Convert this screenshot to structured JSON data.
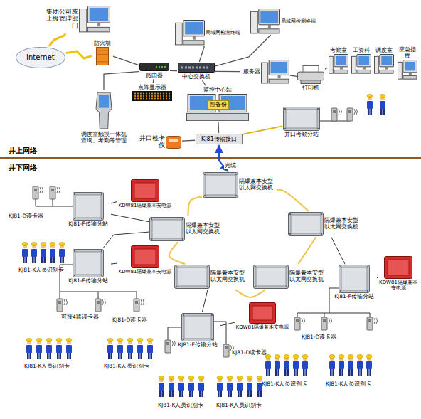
{
  "diagram": {
    "nodes": [
      {
        "text": [
          "集团公司或 上级管理部门"
        ]
      },
      {
        "text": [
          "Internet"
        ]
      },
      {
        "text": [
          "防火墙"
        ]
      },
      {
        "text": [
          "路由器"
        ]
      },
      {
        "text": [
          "中心交换机"
        ]
      },
      {
        "text": [
          "局域网检测终端"
        ]
      },
      {
        "text": [
          "局域网检测终端"
        ]
      },
      {
        "text": [
          "点阵显示器"
        ]
      },
      {
        "text": [
          "调度室触摸一体机 查询、考勤等管理"
        ]
      },
      {
        "text": [
          "服务器"
        ]
      },
      {
        "text": [
          "打印机"
        ]
      },
      {
        "text": [
          "考勤室"
        ]
      },
      {
        "text": [
          "工资科"
        ]
      },
      {
        "text": [
          "调度室"
        ]
      },
      {
        "text": [
          "应急指挥"
        ]
      },
      {
        "text": [
          "监控中心站"
        ]
      },
      {
        "text": [
          "KJ81传输接口"
        ]
      },
      {
        "text": [
          "井口检卡仪"
        ]
      },
      {
        "text": [
          "井口考勤分站"
        ]
      },
      {
        "text": [
          "隔爆兼本安型 以太网交换机"
        ]
      },
      {
        "text": [
          "隔爆兼本安型 以太网交换机"
        ]
      },
      {
        "text": [
          "隔爆兼本安型 以太网交换机"
        ]
      },
      {
        "text": [
          "隔爆兼本安型 以太网交换机"
        ]
      },
      {
        "text": [
          "隔爆兼本安型 以太网交换机"
        ]
      },
      {
        "text": [
          "KDW81隔爆兼本安电源"
        ]
      },
      {
        "text": [
          "KDW81隔爆兼本安电源"
        ]
      },
      {
        "text": [
          "KDW81隔爆兼本安电源"
        ]
      },
      {
        "text": [
          "KDW81隔爆兼本安电源"
        ]
      },
      {
        "text": [
          "KJ81-F传输分站"
        ]
      },
      {
        "text": [
          "KJ81-F传输分站"
        ]
      },
      {
        "text": [
          "KJ81-F传输分站"
        ]
      },
      {
        "text": [
          "KJ81-F传输分站"
        ]
      }
    ],
    "edges": [
      {
        "from": 0,
        "to": 1,
        "arrow": "none"
      },
      {
        "from": 1,
        "to": 2,
        "arrow": "none"
      },
      {
        "from": 2,
        "to": 3,
        "arrow": "none"
      },
      {
        "from": 3,
        "to": 4,
        "arrow": "none"
      },
      {
        "from": 4,
        "to": 5,
        "arrow": "none"
      },
      {
        "from": 4,
        "to": 6,
        "arrow": "none"
      },
      {
        "from": 4,
        "to": 9,
        "arrow": "none"
      },
      {
        "from": 9,
        "to": 10,
        "arrow": "none"
      },
      {
        "from": 10,
        "to": 11,
        "arrow": "none"
      },
      {
        "from": 11,
        "to": 12,
        "arrow": "none"
      },
      {
        "from": 12,
        "to": 13,
        "arrow": "none"
      },
      {
        "from": 13,
        "to": 14,
        "arrow": "none"
      },
      {
        "from": 7,
        "to": 3,
        "arrow": "none"
      },
      {
        "from": 8,
        "to": 3,
        "arrow": "none"
      },
      {
        "from": 4,
        "to": 15,
        "arrow": "none"
      },
      {
        "from": 15,
        "to": 16,
        "arrow": "none"
      },
      {
        "from": 16,
        "to": 17,
        "arrow": "none"
      },
      {
        "from": 16,
        "to": 18,
        "arrow": "none"
      },
      {
        "from": 16,
        "to": 19,
        "label": "光缆",
        "arrow": "both"
      },
      {
        "from": 19,
        "to": 20,
        "arrow": "none"
      },
      {
        "from": 20,
        "to": 23,
        "arrow": "none"
      },
      {
        "from": 23,
        "to": 22,
        "arrow": "none"
      },
      {
        "from": 22,
        "to": 21,
        "arrow": "none"
      },
      {
        "from": 21,
        "to": 19,
        "arrow": "none"
      },
      {
        "from": 21,
        "to": 28,
        "arrow": "none"
      },
      {
        "from": 21,
        "to": 29,
        "arrow": "none"
      },
      {
        "from": 22,
        "to": 30,
        "arrow": "none"
      },
      {
        "from": 20,
        "to": 31,
        "arrow": "none"
      },
      {
        "from": 24,
        "to": 28,
        "arrow": "none"
      },
      {
        "from": 25,
        "to": 29,
        "arrow": "none"
      },
      {
        "from": 26,
        "to": 30,
        "arrow": "none"
      },
      {
        "from": 27,
        "to": 31,
        "arrow": "none"
      }
    ],
    "labels": [
      "井上网络",
      "井下网络",
      "热备份",
      "KJ81-D读卡器",
      "KJ81-K人员识别卡",
      "可接4路读卡器",
      "KJ81-D读卡器",
      "KJ81-K人员识别卡",
      "KJ81-K人员识别卡",
      "KJ81-D读卡器",
      "KJ81-K人员识别卡",
      "KJ81-K人员识别卡",
      "KJ81-D读卡器",
      "KJ81-K人员识别卡",
      "KJ81-K人员识别卡"
    ]
  }
}
